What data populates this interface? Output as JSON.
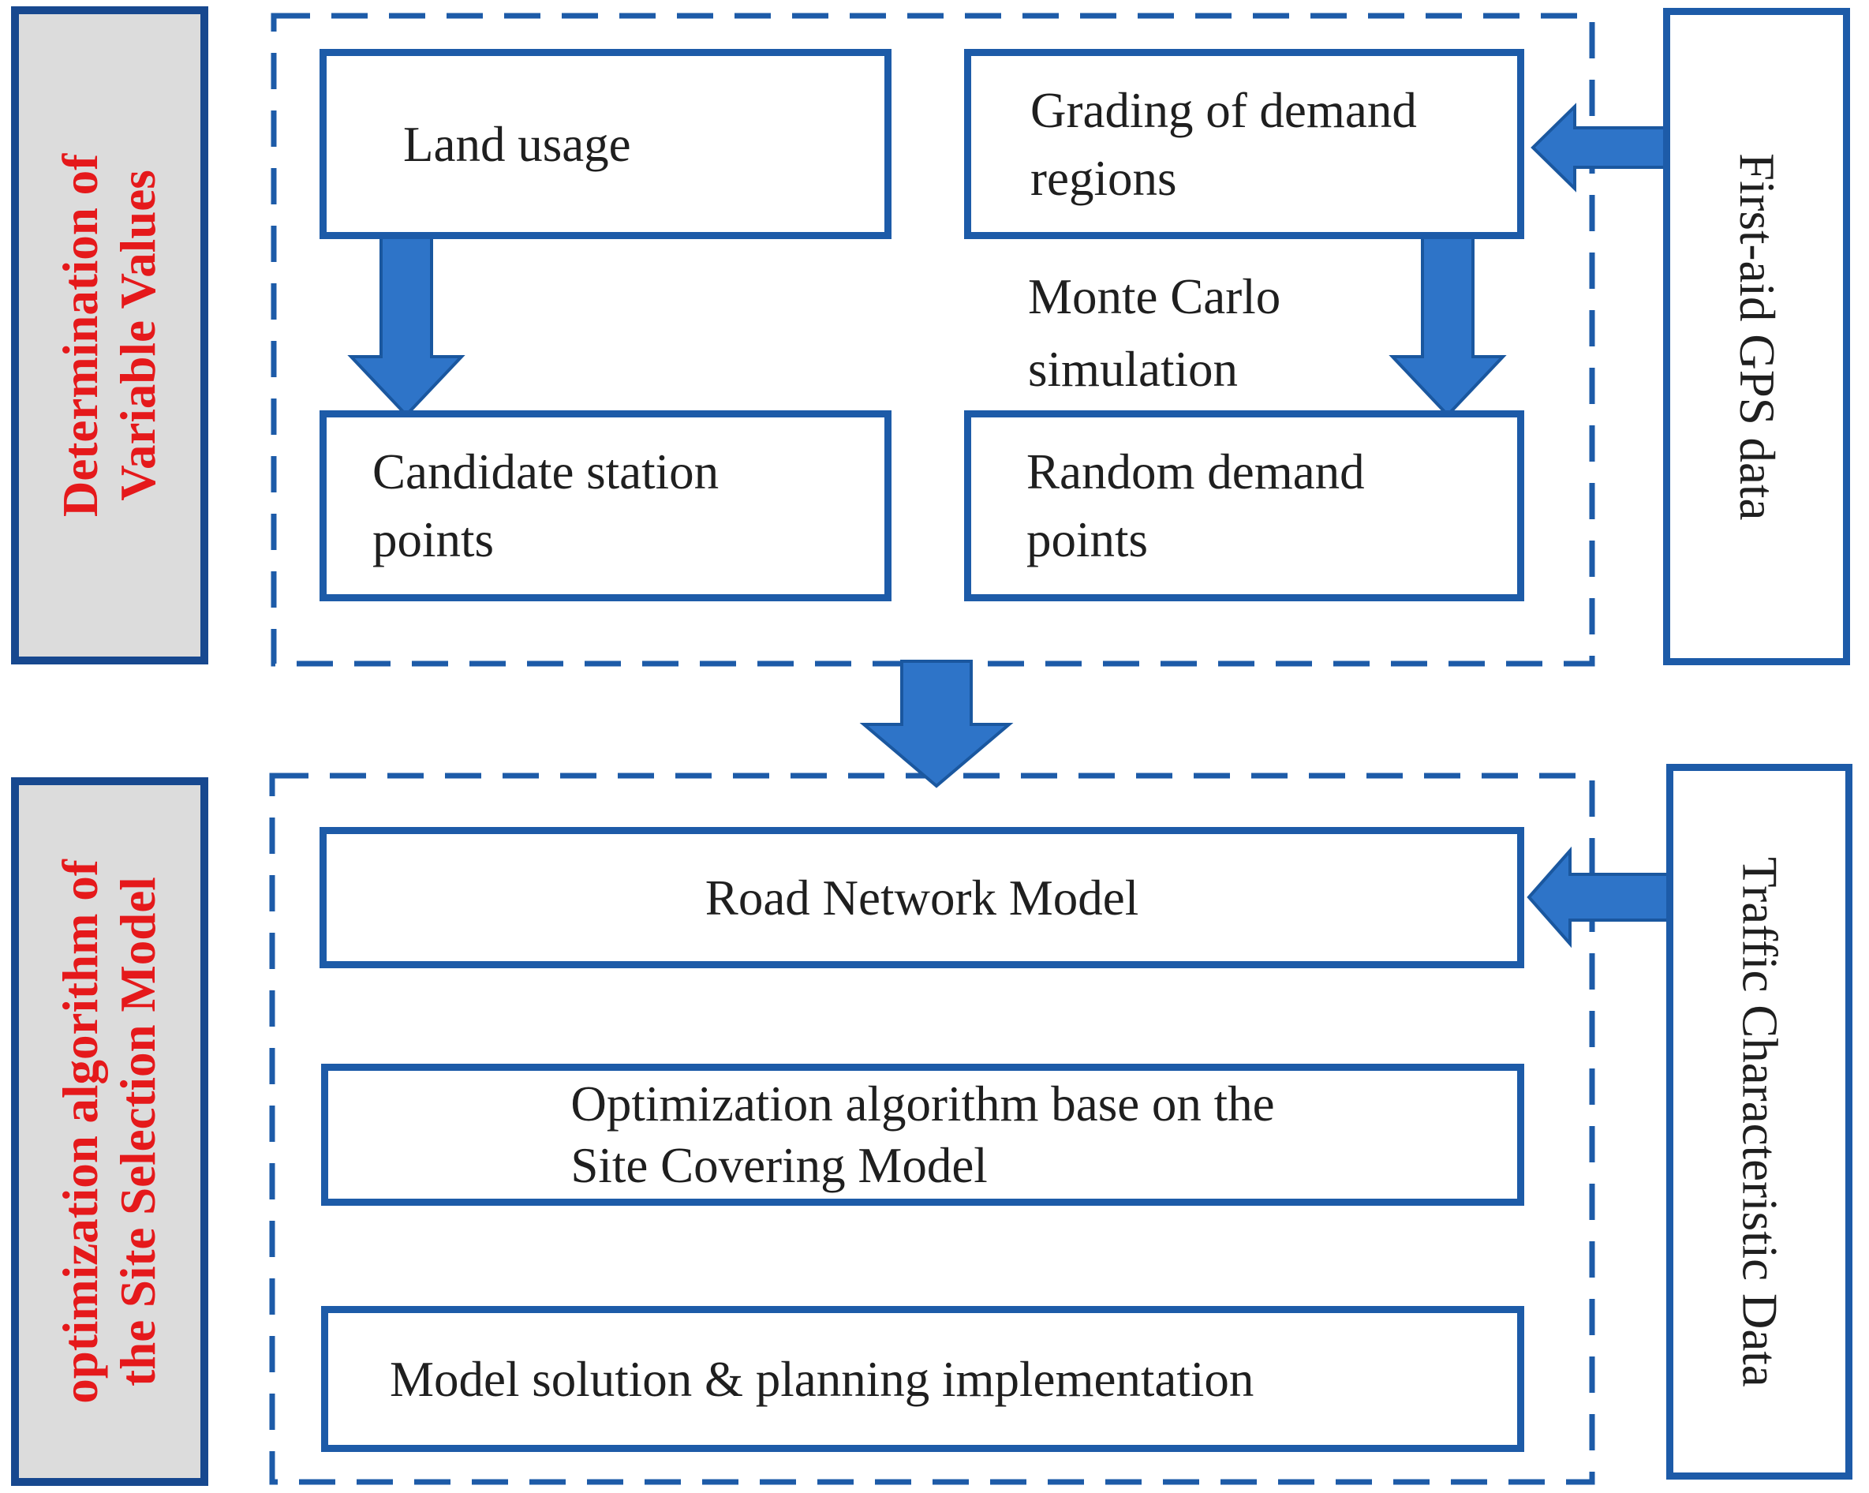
{
  "colors": {
    "border_blue": "#1d5ba8",
    "panel_border_blue": "#17488f",
    "arrow_fill": "#2e74c8",
    "arrow_stroke": "#1a579f",
    "red_label": "#e5191b",
    "panel_bg": "#dcdcdc",
    "box_bg": "#ffffff",
    "text_black": "#1f1f1f"
  },
  "left_panels": {
    "determination": {
      "line1": "Determination of",
      "line2": "Variable Values"
    },
    "optimization": {
      "line1": "optimization algorithm of",
      "line2": "the Site Selection Model"
    }
  },
  "data_sources": {
    "gps": "First-aid GPS data",
    "traffic": "Traffic Characteristic Data"
  },
  "top_flow": {
    "land_usage": "Land usage",
    "grading": {
      "line1": "Grading of demand",
      "line2": "regions"
    },
    "monte_carlo": {
      "line1": "Monte Carlo",
      "line2": "simulation"
    },
    "candidate": {
      "line1": "Candidate station",
      "line2": "points"
    },
    "random": {
      "line1": "Random demand",
      "line2": "points"
    }
  },
  "bottom_flow": {
    "road_network": "Road Network Model",
    "optimization_algorithm": {
      "line1": "Optimization algorithm base on the",
      "line2": "Site Covering Model"
    },
    "model_solution": "Model solution & planning implementation"
  },
  "arrows": [
    {
      "name": "gps-to-grading",
      "direction": "left"
    },
    {
      "name": "land-usage-to-candidate",
      "direction": "down"
    },
    {
      "name": "grading-to-random",
      "direction": "down"
    },
    {
      "name": "variables-to-model-section",
      "direction": "down"
    },
    {
      "name": "traffic-to-road-network",
      "direction": "left"
    }
  ]
}
